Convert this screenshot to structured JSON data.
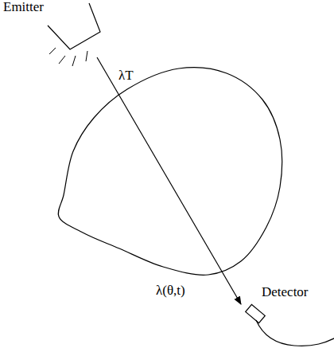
{
  "diagram": {
    "nodes": [
      {
        "text": [
          "Emitter"
        ]
      },
      {
        "text": [
          "Detector"
        ]
      }
    ],
    "edges": [
      {
        "from": 0,
        "to": 1,
        "arrow": "to"
      }
    ],
    "labels": [
      "λT",
      "λ(θ,t)"
    ]
  }
}
